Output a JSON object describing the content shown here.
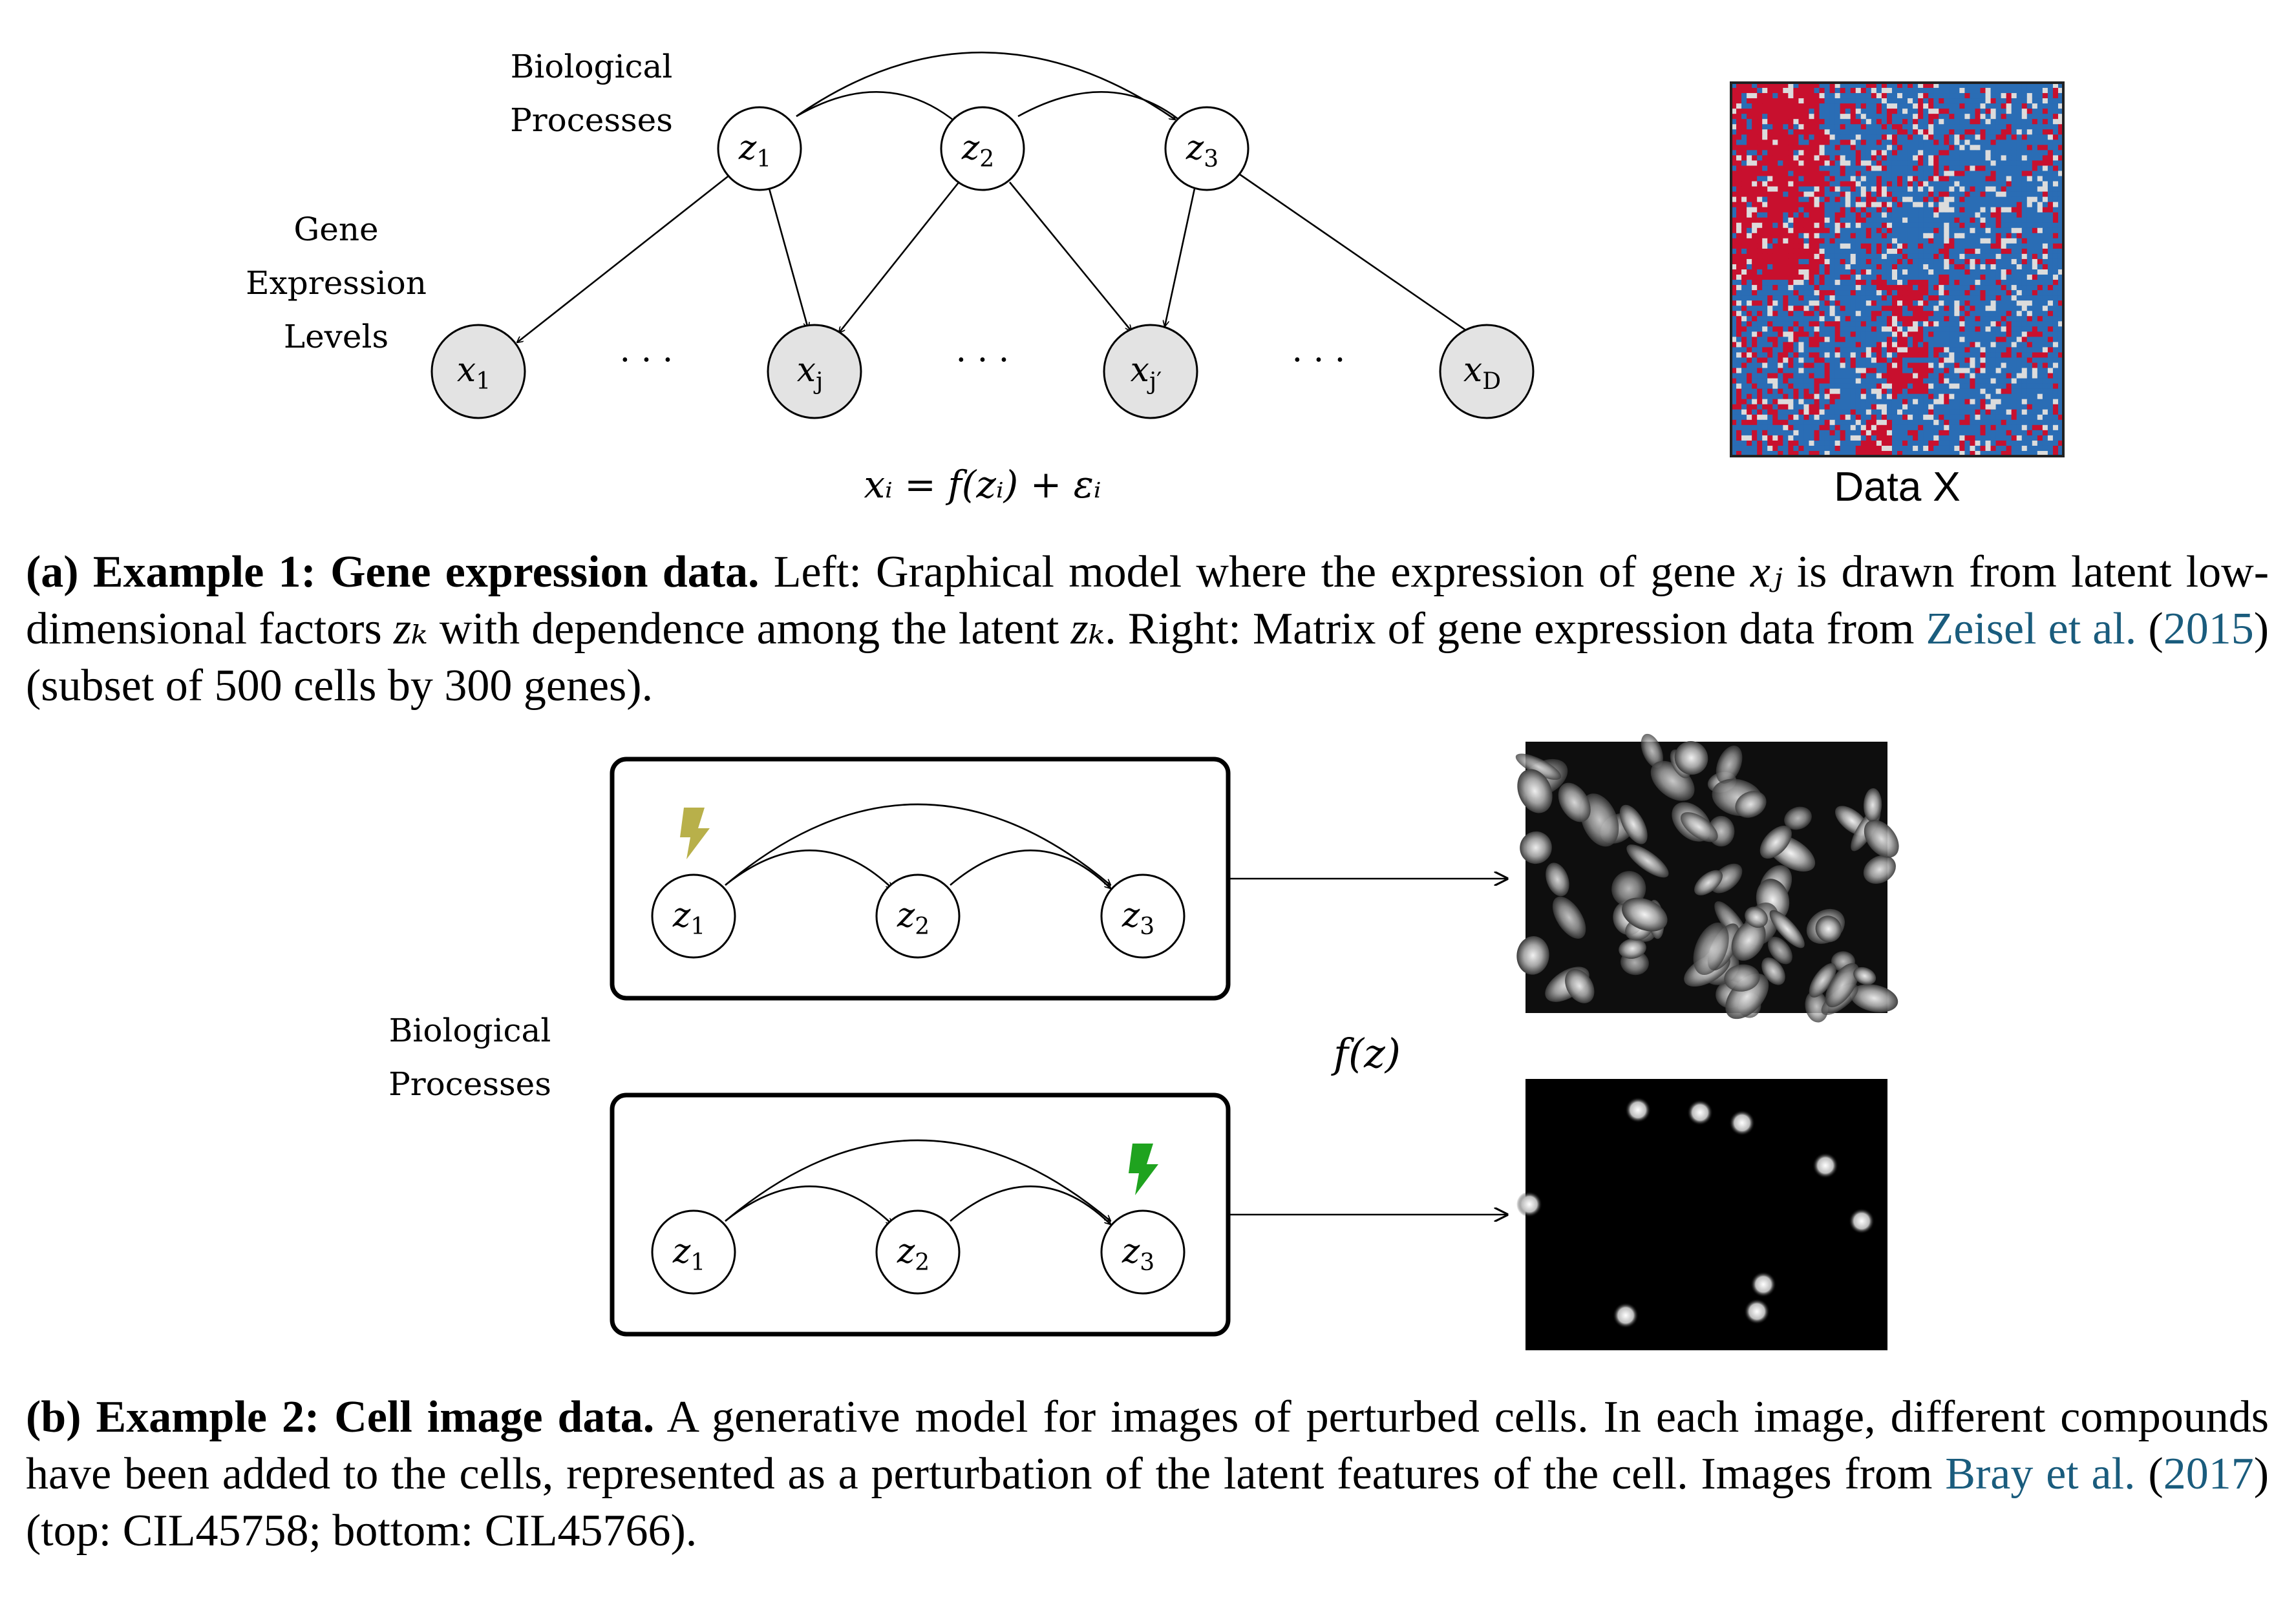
{
  "panel_a": {
    "label_bio_1": "Biological",
    "label_bio_2": "Processes",
    "label_gene_1": "Gene",
    "label_gene_2": "Expression",
    "label_gene_3": "Levels",
    "latent_nodes": [
      {
        "name": "z",
        "sub": "1"
      },
      {
        "name": "z",
        "sub": "2"
      },
      {
        "name": "z",
        "sub": "3"
      }
    ],
    "observed_nodes": [
      {
        "name": "x",
        "sub": "1"
      },
      {
        "name": "x",
        "sub": "j"
      },
      {
        "name": "x",
        "sub": "j′"
      },
      {
        "name": "x",
        "sub": "D"
      }
    ],
    "ellipsis": "· · ·",
    "equation": "xᵢ = f(zᵢ) + εᵢ",
    "heatmap_label": "Data X",
    "caption": {
      "tag": "(a)",
      "title": "Example 1:  Gene expression data.",
      "text_1": "Left: Graphical model where the expression of gene",
      "var_xj": "xⱼ",
      "text_2": "is drawn from latent low-dimensional factors",
      "var_zk": "zₖ",
      "text_3": "with dependence among the latent",
      "var_zk2": "zₖ",
      "text_4": ". Right: Matrix of gene expression data from",
      "cite_author": "Zeisel et al.",
      "cite_year": "2015",
      "text_5": "(subset of 500 cells by 300 genes)."
    }
  },
  "panel_b": {
    "label_bio_1": "Biological",
    "label_bio_2": "Processes",
    "function_label": "f(z)",
    "nodes": [
      {
        "name": "z",
        "sub": "1"
      },
      {
        "name": "z",
        "sub": "2"
      },
      {
        "name": "z",
        "sub": "3"
      }
    ],
    "colors": {
      "bolt_top": "#b8b04a",
      "bolt_bottom": "#1fa31f",
      "citation": "#1a5c7d"
    },
    "icons": [
      "lightning-bolt-icon",
      "lightning-bolt-icon"
    ],
    "caption": {
      "tag": "(b)",
      "title": "Example 2:  Cell image data.",
      "text_1": "A generative model for images of perturbed cells. In each image, different compounds have been added to the cells, represented as a perturbation of the latent features of the cell. Images from",
      "cite_author": "Bray et al.",
      "cite_year": "2017",
      "text_2": "(top: CIL45758; bottom: CIL45766)."
    }
  }
}
